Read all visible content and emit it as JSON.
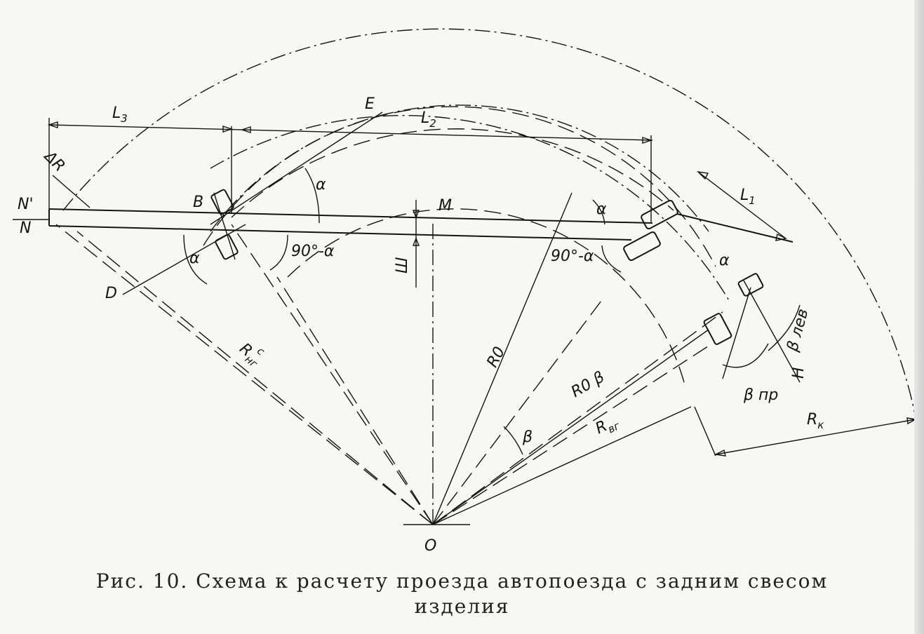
{
  "figure": {
    "caption_line1": "Рис. 10.  Схема к расчету проезда автопоезда с задним свесом",
    "caption_line2": "изделия"
  },
  "labels": {
    "L3": "L",
    "L3_sub": "3",
    "L2": "L",
    "L2_sub": "2",
    "L1": "L",
    "L1_sub": "1",
    "E": "E",
    "D": "D",
    "B": "B",
    "M": "M",
    "N_prime": "N'",
    "N": "N",
    "delta_R": "ΔR",
    "alpha_1": "α",
    "alpha_2": "α",
    "alpha_3": "α",
    "alpha_4": "α",
    "angle_left": "90°-α",
    "angle_right": "90°-α",
    "Sh": "Ш",
    "R0": "R0",
    "R0_beta": "R0 β",
    "R_vg": "R",
    "R_vg_sub": "вг",
    "R_ng": "R",
    "R_ng_sub": "нг",
    "R_ng_sup": "c",
    "beta": "β",
    "beta_lev": "β лев",
    "beta_pr": "β пр",
    "H": "H",
    "Rk": "R",
    "Rk_sub": "к",
    "O": "O"
  }
}
